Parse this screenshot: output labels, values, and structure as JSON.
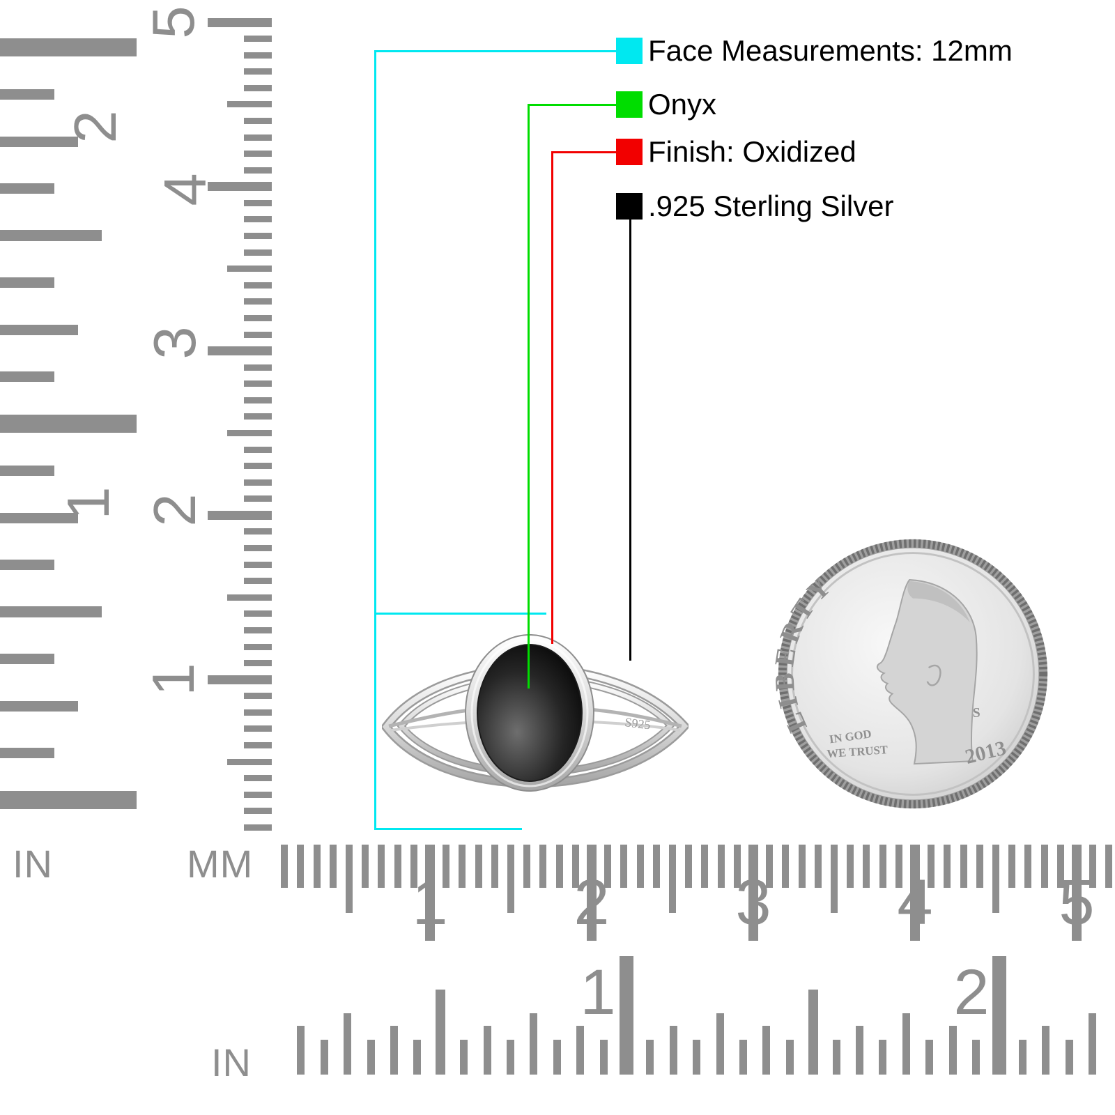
{
  "annotations": {
    "items": [
      {
        "label": "Face Measurements: 12mm",
        "color": "#00e8f0"
      },
      {
        "label": "Onyx",
        "color": "#00dd00"
      },
      {
        "label": "Finish: Oxidized",
        "color": "#f20000"
      },
      {
        "label": ".925 Sterling Silver",
        "color": "#000000"
      }
    ]
  },
  "rulers": {
    "vertical": {
      "inch_label": "IN",
      "mm_label": "MM",
      "inch_numbers": [
        "1",
        "2"
      ],
      "mm_numbers": [
        "1",
        "2",
        "3",
        "4",
        "5"
      ]
    },
    "horizontal": {
      "inch_label": "IN",
      "mm_numbers": [
        "1",
        "2",
        "3",
        "4",
        "5"
      ],
      "inch_numbers": [
        "1",
        "2"
      ]
    }
  },
  "ring": {
    "engraving": "S925",
    "stone_color": "#000000",
    "metal_color": "#d9d9d9"
  },
  "coin": {
    "legend": "LIBERTY",
    "motto_line1": "IN GOD",
    "motto_line2": "WE TRUST",
    "year": "2013",
    "mint_mark": "S"
  }
}
